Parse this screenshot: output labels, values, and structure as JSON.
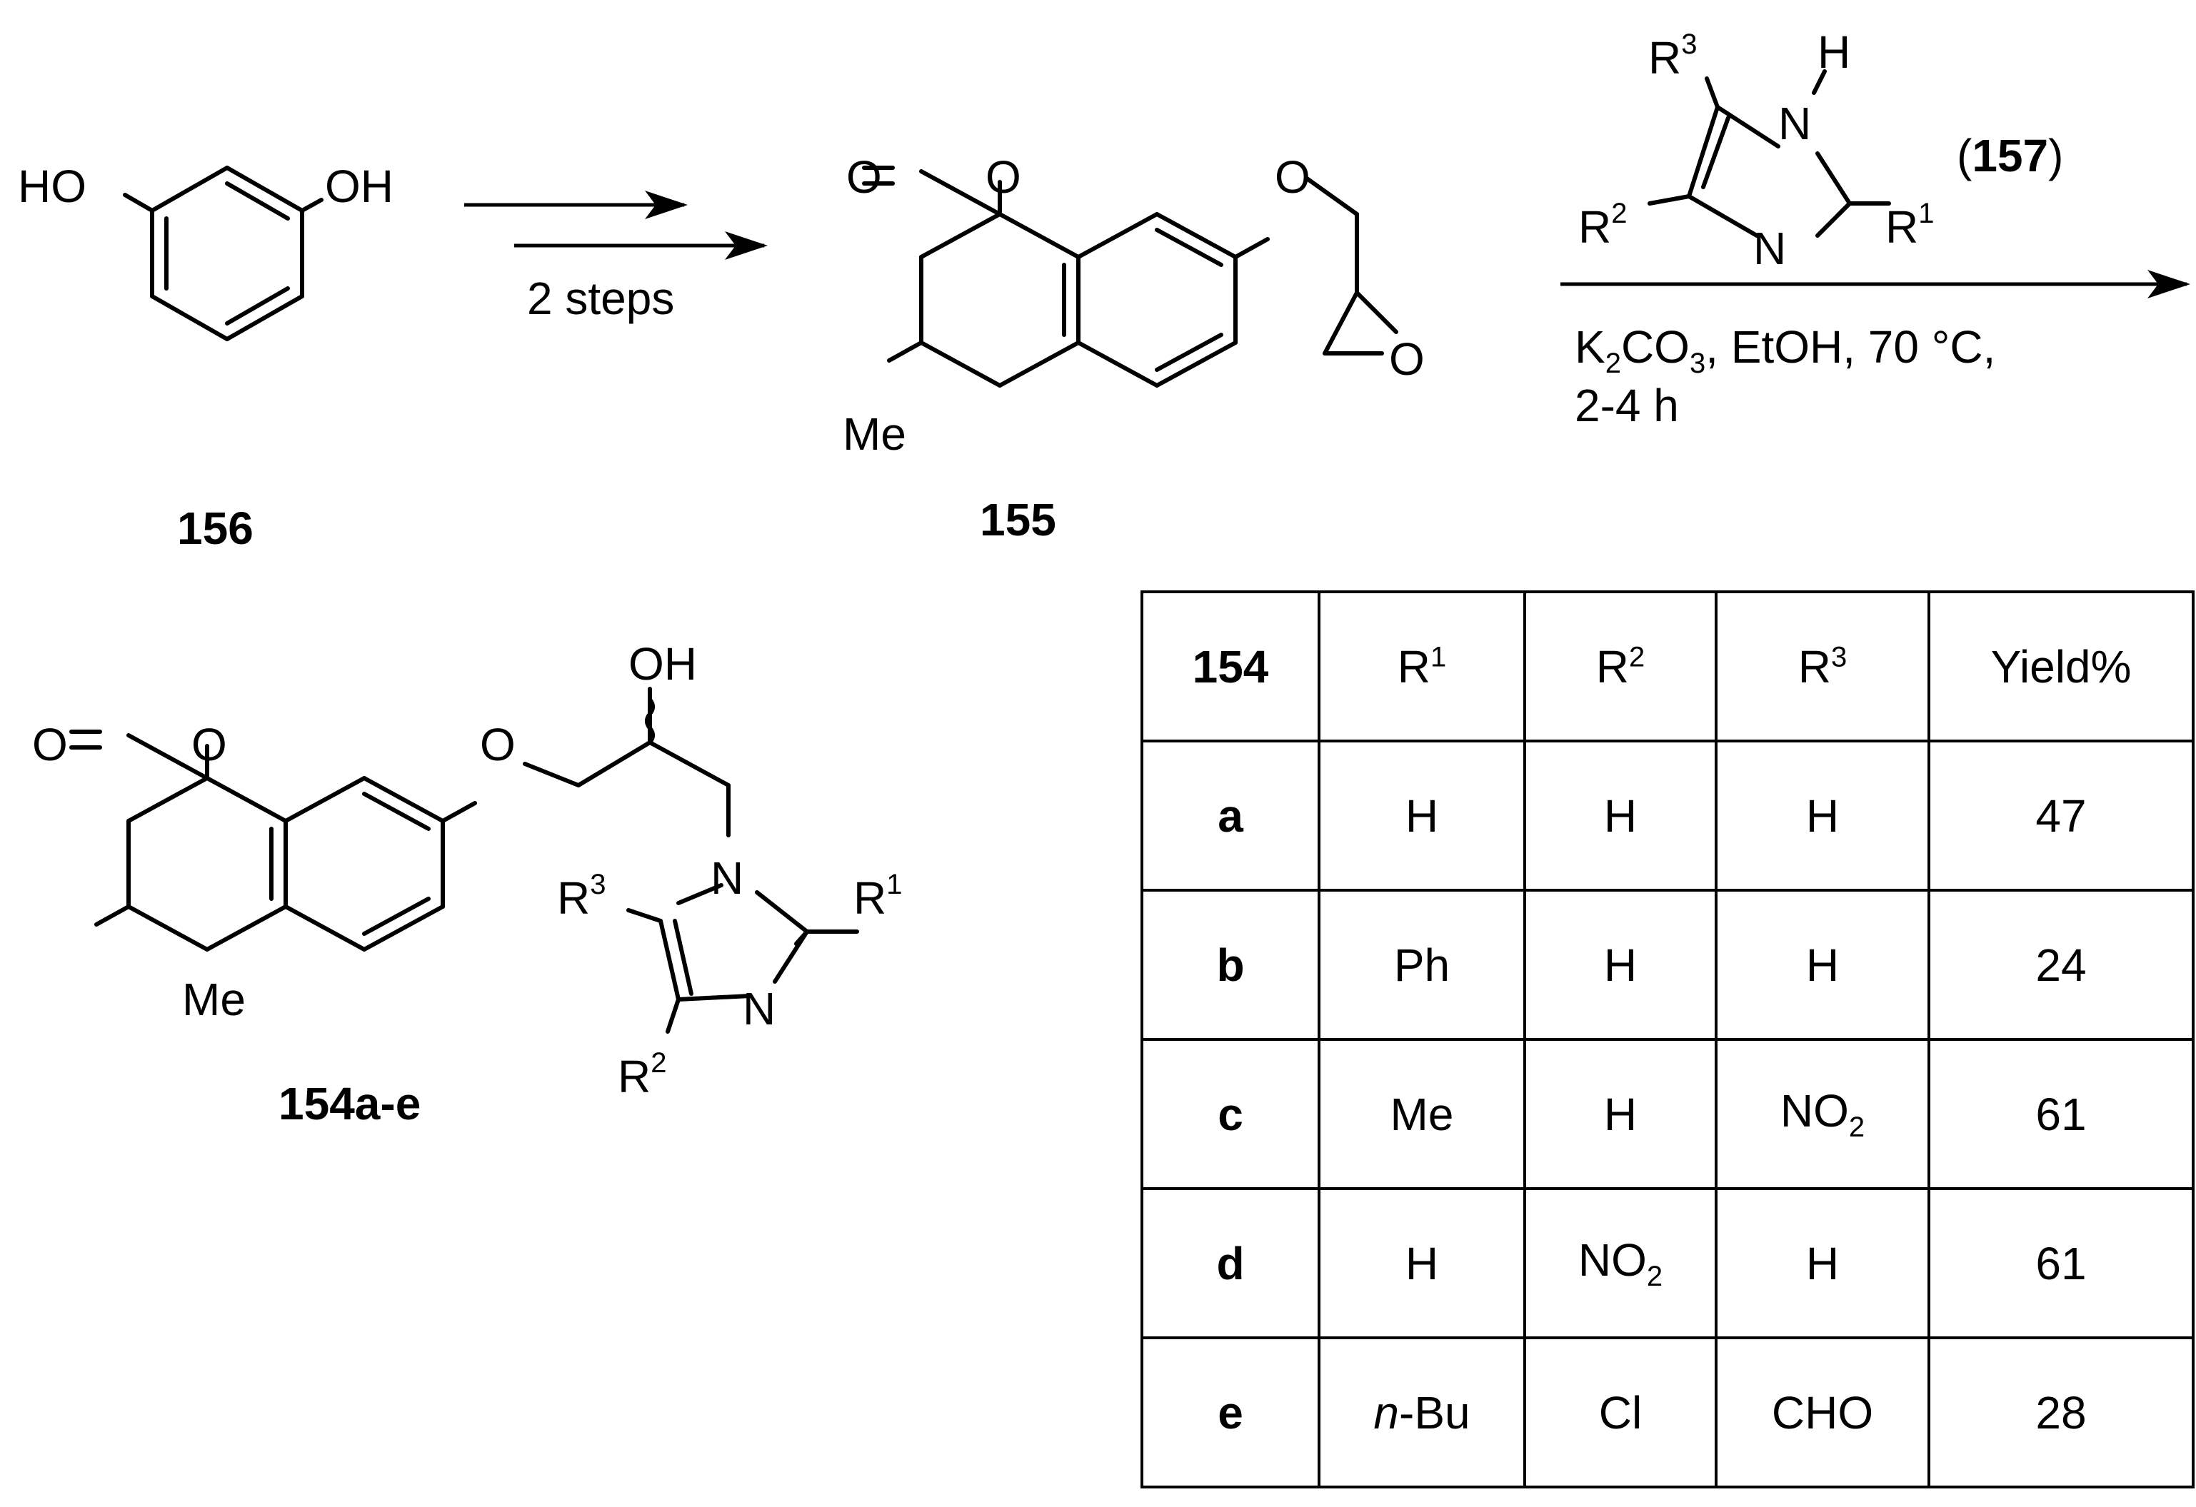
{
  "compounds": {
    "start": "156",
    "intermediate": "155",
    "reagent": "157",
    "product": "154a-e"
  },
  "labels": {
    "ho": "HO",
    "oh": "OH",
    "o": "O",
    "me": "Me",
    "n": "N",
    "h": "H",
    "r": "R",
    "one": "1",
    "two": "2",
    "three": "3",
    "paren_open": "(",
    "paren_close": ")"
  },
  "arrow1": {
    "label": "2 steps"
  },
  "conditions": {
    "k": "K",
    "k_sub": "2",
    "co": "CO",
    "co_sub": "3",
    "rest": ", EtOH, 70 °C,",
    "line2": "2-4 h"
  },
  "table": {
    "header": {
      "entry": "154",
      "r1": {
        "base": "R",
        "sup": "1"
      },
      "r2": {
        "base": "R",
        "sup": "2"
      },
      "r3": {
        "base": "R",
        "sup": "3"
      },
      "yield": "Yield%"
    },
    "rows": [
      {
        "entry": "a",
        "r1": "H",
        "r2": "H",
        "r3": "H",
        "yield": "47"
      },
      {
        "entry": "b",
        "r1": "Ph",
        "r2": "H",
        "r3": "H",
        "yield": "24"
      },
      {
        "entry": "c",
        "r1": "Me",
        "r2": "H",
        "r3": {
          "base": "NO",
          "sub": "2"
        },
        "yield": "61"
      },
      {
        "entry": "d",
        "r1": "H",
        "r2": {
          "base": "NO",
          "sub": "2"
        },
        "r3": "H",
        "yield": "61"
      },
      {
        "entry": "e",
        "r1": {
          "italic": "n",
          "rest": "-Bu"
        },
        "r2": "Cl",
        "r3": "CHO",
        "yield": "28"
      }
    ]
  }
}
